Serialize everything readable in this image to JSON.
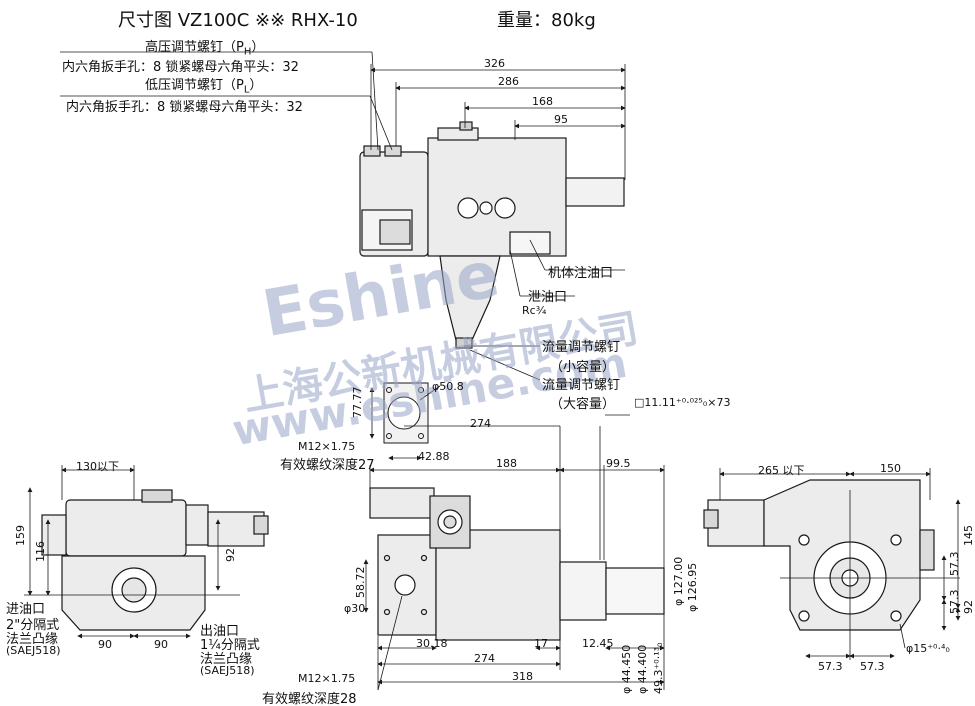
{
  "header": {
    "left": "尺寸图 VZ100C ※※ RHX-10",
    "right": "重量：80kg"
  },
  "callouts": {
    "hp_screw": "高压调节螺钉（P",
    "hp_sub": "H",
    "close_paren": "）",
    "hex1": "内六角扳手孔：8 锁紧螺母六角平头：32",
    "lp_screw": "低压调节螺钉（P",
    "lp_sub": "L",
    "hex2": "内六角扳手孔：8 锁紧螺母六角平头：32",
    "fill_port": "机体注油口",
    "drain_port": "泄油口",
    "drain_size": "Rc¾",
    "flow_small": "流量调节螺钉",
    "flow_small_sub": "（小容量）",
    "flow_large": "流量调节螺钉",
    "flow_large_sub": "（大容量）",
    "key_spec": "□11.11⁺⁰·⁰²⁵₀×73",
    "thread1": "M12×1.75",
    "thread1_depth": "有效螺纹深度27",
    "thread2": "M12×1.75",
    "thread2_depth": "有效螺纹深度28",
    "inlet": "进油口",
    "inlet_type": "2\"分隔式",
    "inlet_flange": "法兰凸缘",
    "inlet_std": "(SAEJ518)",
    "outlet": "出油口",
    "outlet_type": "1¼分隔式",
    "outlet_flange": "法兰凸缘",
    "outlet_std": "(SAEJ518)"
  },
  "dims": {
    "d326": "326",
    "d286": "286",
    "d168": "168",
    "d95": "95",
    "d274a": "274",
    "d188": "188",
    "d99_5": "99.5",
    "phi50_8": "φ50.8",
    "d77_77": "77.77",
    "d42_88": "42.88",
    "d130": "130以下",
    "d159": "159",
    "d116": "116",
    "d92a": "92",
    "d90a": "90",
    "d90b": "90",
    "d58_72": "58.72",
    "phi30": "φ30",
    "d30_18": "30.18",
    "d17": "17",
    "d12_45": "12.45",
    "d274b": "274",
    "d318": "318",
    "phi127": "φ 127.00",
    "phi126_95": "φ 126.95",
    "phi44_450": "φ 44.450",
    "phi44_400": "φ 44.400",
    "d49_3": "49.3⁺⁰·¹³₀",
    "d265": "265 以下",
    "d150": "150",
    "d145": "145",
    "d57_3a": "57.3",
    "d57_3b": "57.3",
    "d92b": "92",
    "d57_3c": "57.3",
    "d57_3d": "57.3",
    "phi15": "φ15⁺⁰·⁴₀"
  },
  "watermark": {
    "brand": "Eshine",
    "company": "上海公新机械有限公司",
    "url": "www.eshine.com"
  },
  "colors": {
    "line": "#1a1a1a",
    "body": "#e9e9e9",
    "watermark": "#9aa6c8"
  }
}
